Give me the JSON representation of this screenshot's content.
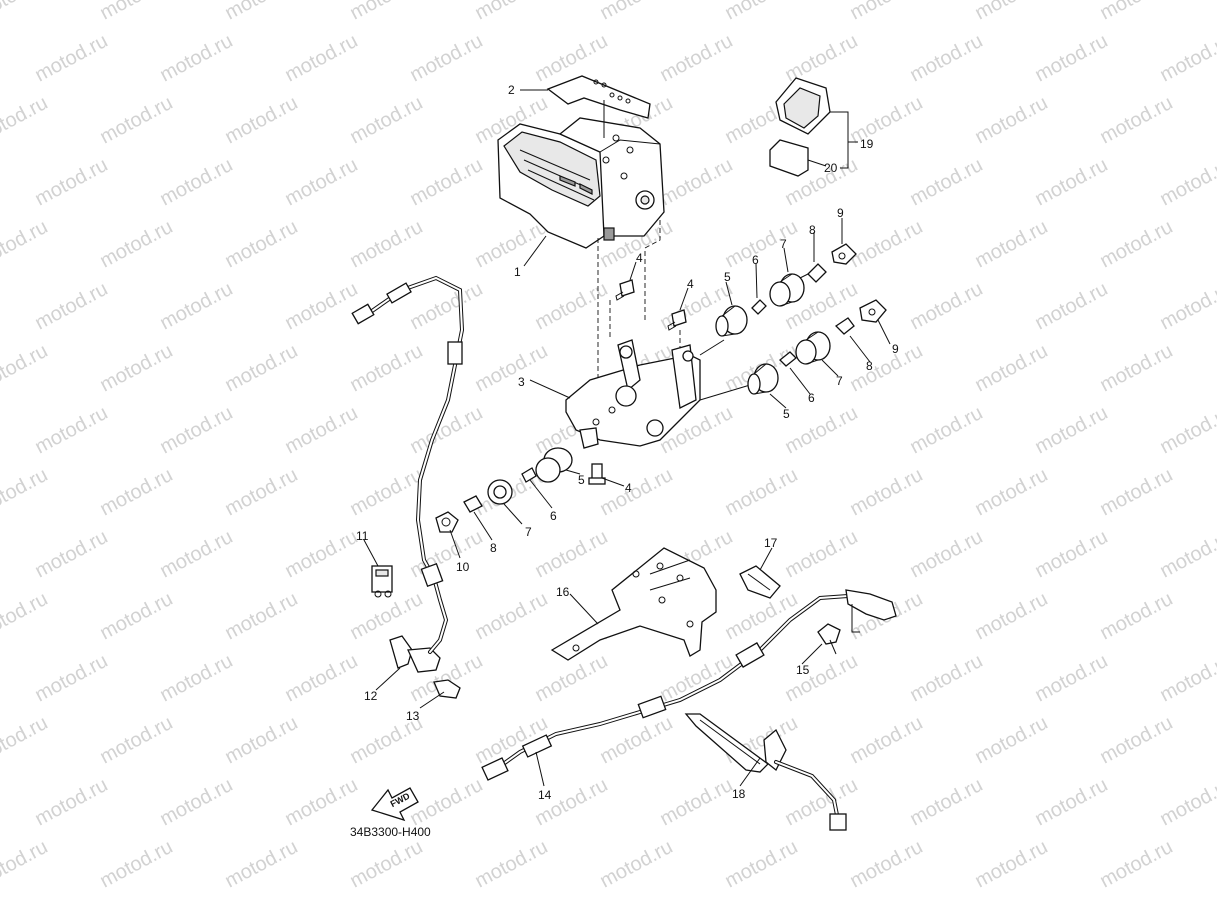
{
  "watermark": {
    "text": "motod.ru"
  },
  "diagram_code": "34B3300-H400",
  "fwd_label": "FWD",
  "callouts": {
    "c1": "1",
    "c2": "2",
    "c3": "3",
    "c4a": "4",
    "c4b": "4",
    "c4c": "4",
    "c5a": "5",
    "c5b": "5",
    "c5c": "5",
    "c6a": "6",
    "c6b": "6",
    "c6c": "6",
    "c7a": "7",
    "c7b": "7",
    "c7c": "7",
    "c8a": "8",
    "c8b": "8",
    "c8c": "8",
    "c9a": "9",
    "c9b": "9",
    "c10": "10",
    "c11": "11",
    "c12": "12",
    "c13": "13",
    "c14": "14",
    "c15": "15",
    "c16": "16",
    "c17": "17",
    "c18": "18",
    "c19": "19",
    "c20": "20"
  }
}
